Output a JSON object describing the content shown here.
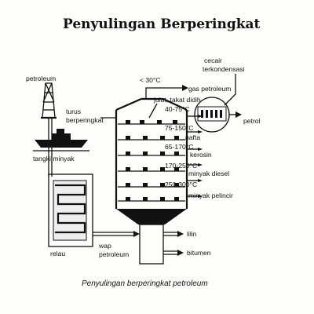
{
  "title": "Penyulingan Berperingkat",
  "caption": "Penyulingan berperingkat petroleum",
  "labels": {
    "petroleum": "petroleum",
    "turus_berperingkat_1": "turus",
    "turus_berperingkat_2": "berperingkat",
    "tangki_minyak": "tangki minyak",
    "relau": "relau",
    "wap_petroleum_1": "wap",
    "wap_petroleum_2": "petroleum",
    "below_30": "< 30°C",
    "julat_takat_didih": "julat, takat didih",
    "cecair_1": "cecair",
    "cecair_2": "terkondensasi",
    "petrol": "petrol"
  },
  "fractions": [
    {
      "temp": "40-75°C",
      "product": "gas petroleum"
    },
    {
      "temp": "75-150°C",
      "product": "nafta"
    },
    {
      "temp": "65-170°C",
      "product": "kerosin"
    },
    {
      "temp": "170-250°C",
      "product": "minyak diesel"
    },
    {
      "temp": "250-300°C",
      "product": "minyak pelincir"
    }
  ],
  "residues": [
    {
      "product": "lilin"
    },
    {
      "product": "bitumen"
    }
  ]
}
